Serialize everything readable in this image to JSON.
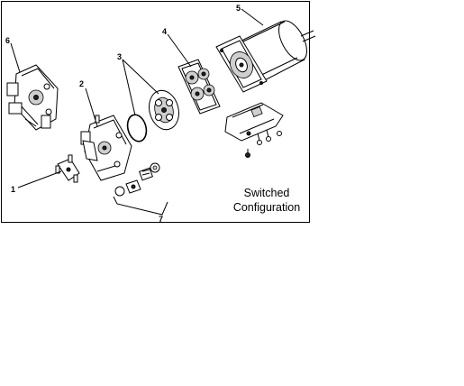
{
  "callouts": {
    "c1": "1",
    "c2": "2",
    "c3": "3",
    "c4": "4",
    "c5": "5",
    "c6": "6",
    "c7": "7"
  },
  "caption": {
    "line1": "Switched",
    "line2": "Configuration"
  }
}
